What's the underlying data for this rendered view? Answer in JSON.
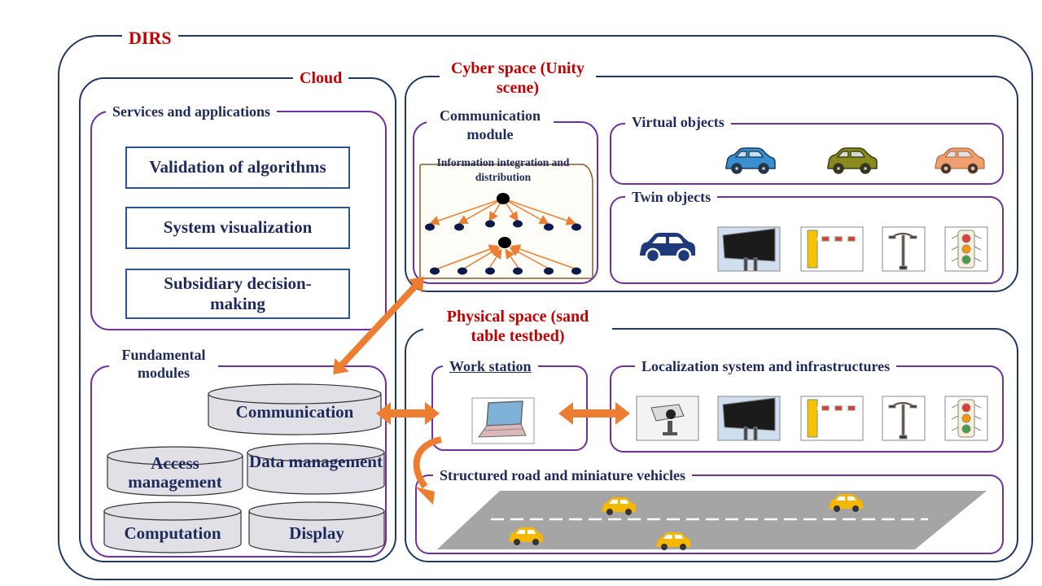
{
  "title": "DIRS",
  "cloud": {
    "title": "Cloud",
    "services": {
      "title": "Services and applications",
      "items": [
        "Validation of algorithms",
        "System visualization",
        "Subsidiary decision-making"
      ]
    },
    "fundamental": {
      "title": "Fundamental modules",
      "items": [
        "Communication",
        "Access management",
        "Data management",
        "Computation",
        "Display"
      ]
    }
  },
  "cyber": {
    "title": "Cyber space (Unity scene)",
    "communication_module": {
      "title": "Communication module",
      "subtitle": "Information integration and distribution"
    },
    "virtual_objects": {
      "title": "Virtual objects",
      "icons": [
        "blue-car-icon",
        "olive-car-icon",
        "orange-car-icon"
      ]
    },
    "twin_objects": {
      "title": "Twin objects",
      "icons": [
        "car-silhouette-icon",
        "billboard-icon",
        "barrier-gate-icon",
        "street-lamp-icon",
        "traffic-light-icon"
      ]
    }
  },
  "physical": {
    "title": "Physical space (sand table testbed)",
    "work_station": {
      "title": "Work station",
      "icons": [
        "laptop-icon"
      ]
    },
    "localization": {
      "title": "Localization system and infrastructures",
      "icons": [
        "camera-icon",
        "billboard-icon",
        "barrier-gate-icon",
        "street-lamp-icon",
        "traffic-light-icon"
      ]
    },
    "road": {
      "title": "Structured road and miniature vehicles",
      "icons": [
        "road-icon",
        "yellow-car-icon"
      ]
    }
  },
  "colors": {
    "navy": "#1f2a5c",
    "frame": "#203864",
    "purple": "#7030a0",
    "red": "#c00000",
    "arrow": "#ed7d31",
    "cylinder": "#e0e0e6"
  }
}
